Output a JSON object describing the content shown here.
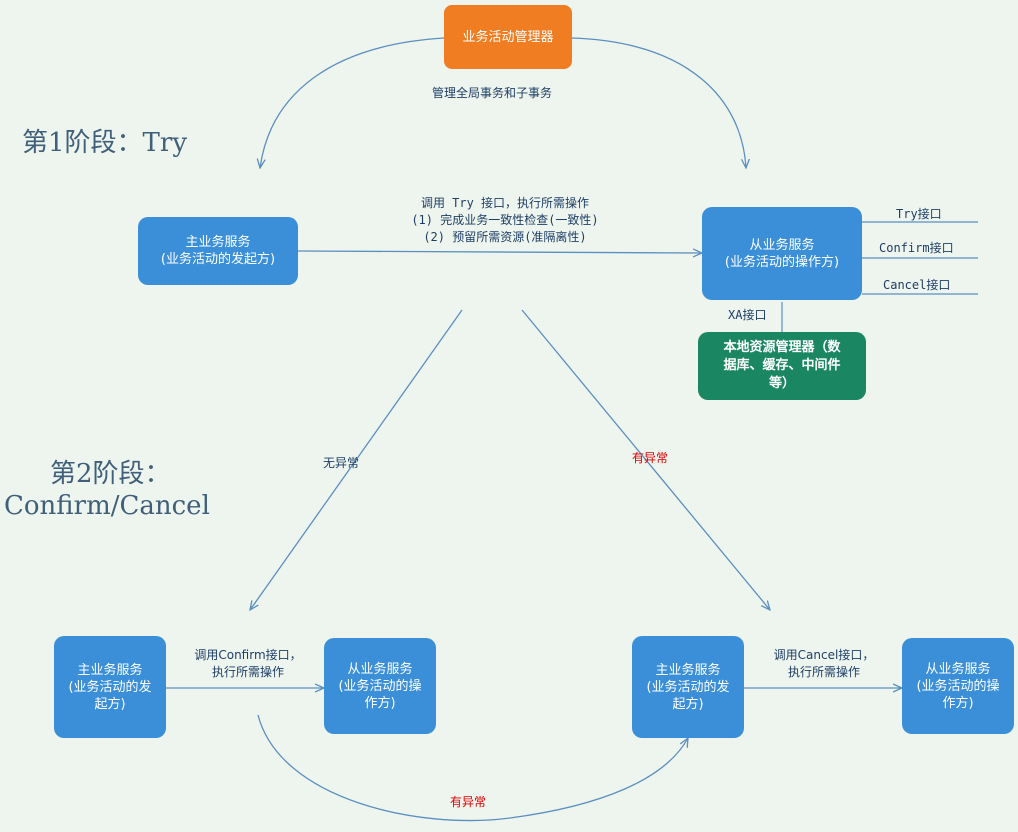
{
  "manager": {
    "label": "业务活动管理器",
    "caption": "管理全局事务和子事务"
  },
  "stage1": {
    "label": "第1阶段：Try"
  },
  "stage2": {
    "line1": "第2阶段：",
    "line2": "Confirm/Cancel"
  },
  "top": {
    "main_service": {
      "line1": "主业务服务",
      "line2": "(业务活动的发起方)"
    },
    "sub_service": {
      "line1": "从业务服务",
      "line2": "(业务活动的操作方)"
    },
    "call_text": {
      "line1": "调用 Try 接口，执行所需操作",
      "line2": "(1) 完成业务一致性检查(一致性)",
      "line3": "(2) 预留所需资源(准隔离性)"
    },
    "interfaces": [
      "Try接口",
      "Confirm接口",
      "Cancel接口"
    ],
    "xa_label": "XA接口",
    "local_rm": {
      "line1": "本地资源管理器（数",
      "line2": "据库、缓存、中间件",
      "line3": "等）"
    }
  },
  "branch_labels": {
    "no_exception": "无异常",
    "has_exception": "有异常",
    "bottom_exception": "有异常"
  },
  "bottom_left": {
    "main_service": {
      "line1": "主业务服务",
      "line2": "(业务活动的发",
      "line3": "起方)"
    },
    "call_text": {
      "line1": "调用Confirm接口，",
      "line2": "执行所需操作"
    },
    "sub_service": {
      "line1": "从业务服务",
      "line2": "(业务活动的操",
      "line3": "作方)"
    }
  },
  "bottom_right": {
    "main_service": {
      "line1": "主业务服务",
      "line2": "(业务活动的发",
      "line3": "起方)"
    },
    "call_text": {
      "line1": "调用Cancel接口，",
      "line2": "执行所需操作"
    },
    "sub_service": {
      "line1": "从业务服务",
      "line2": "(业务活动的操",
      "line3": "作方)"
    }
  },
  "colors": {
    "node_blue": "#3a8fd8",
    "manager_orange": "#f07d22",
    "rm_green": "#1a8762",
    "arrow": "#5b8fc0",
    "exception_red": "#e00000"
  }
}
